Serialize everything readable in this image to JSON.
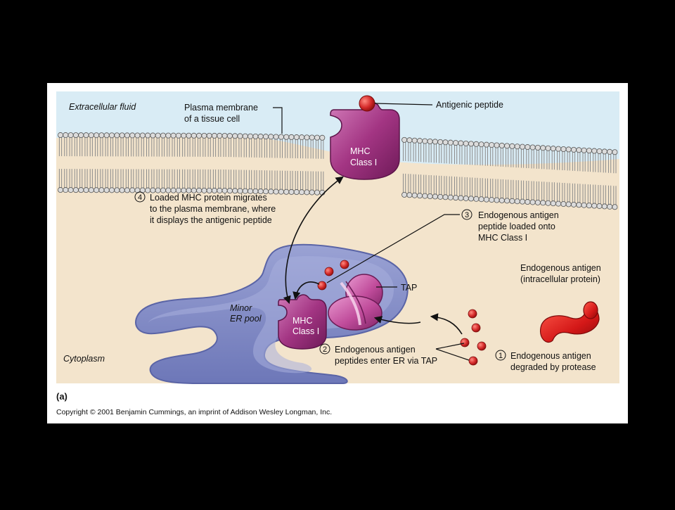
{
  "regions": {
    "extracellular": "Extracellular fluid",
    "cytoplasm": "Cytoplasm",
    "er_pool": [
      "Minor",
      "ER pool"
    ]
  },
  "labels": {
    "plasma_membrane": [
      "Plasma membrane",
      "of a tissue cell"
    ],
    "antigenic_peptide": "Antigenic peptide",
    "mhc_top": [
      "MHC",
      "Class I"
    ],
    "mhc_er": [
      "MHC",
      "Class I"
    ],
    "tap": "TAP",
    "endogenous_antigen": [
      "Endogenous antigen",
      "(intracellular protein)"
    ]
  },
  "steps": [
    {
      "number": "1",
      "lines": [
        "Endogenous antigen",
        "degraded by protease"
      ]
    },
    {
      "number": "2",
      "lines": [
        "Endogenous antigen",
        "peptides enter ER via TAP"
      ]
    },
    {
      "number": "3",
      "lines": [
        "Endogenous antigen",
        "peptide loaded onto",
        "MHC Class I"
      ]
    },
    {
      "number": "4",
      "lines": [
        "Loaded MHC protein migrates",
        "to the plasma membrane, where",
        "it displays the antigenic peptide"
      ]
    }
  ],
  "panel_label": "(a)",
  "copyright": "Copyright © 2001 Benjamin Cummings, an imprint of Addison Wesley Longman, Inc.",
  "colors": {
    "extracellular": "#d9ecf5",
    "cytoplasm": "#f3e4cc",
    "er": "#8a94cc",
    "mhc": "#a0307f",
    "peptide": "#cc2222",
    "tap": "#c04c9b",
    "antigen": "#d41818"
  }
}
